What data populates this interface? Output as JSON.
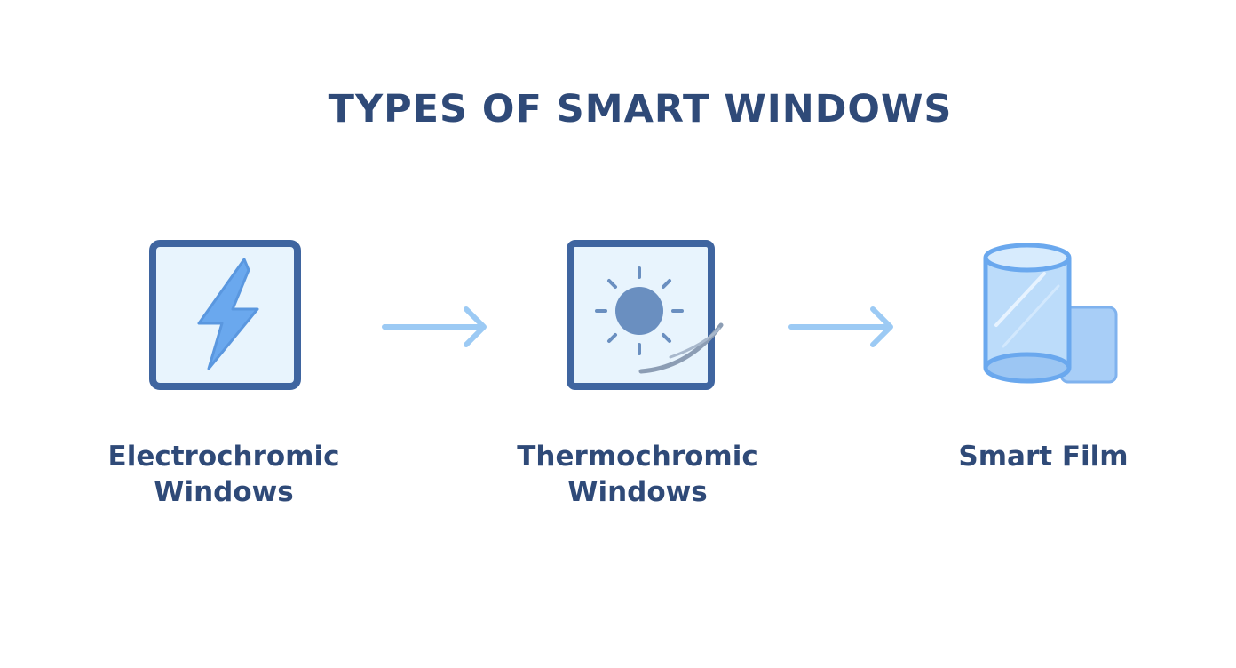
{
  "title": "TYPES OF SMART WINDOWS",
  "items": [
    {
      "label_line1": "Electrochromic",
      "label_line2": "Windows",
      "icon": "lightning-window-icon"
    },
    {
      "label_line1": "Thermochromic",
      "label_line2": "Windows",
      "icon": "sun-window-icon"
    },
    {
      "label_line1": "Smart Film",
      "label_line2": "",
      "icon": "film-roll-icon"
    }
  ],
  "connectors": [
    {
      "icon": "arrow-right-icon"
    },
    {
      "icon": "arrow-right-icon"
    }
  ],
  "colors": {
    "dark_blue": "#3f65a0",
    "light_blue": "#9ccaf4",
    "pale_blue": "#e8f4fd",
    "text": "#2f4a78"
  }
}
